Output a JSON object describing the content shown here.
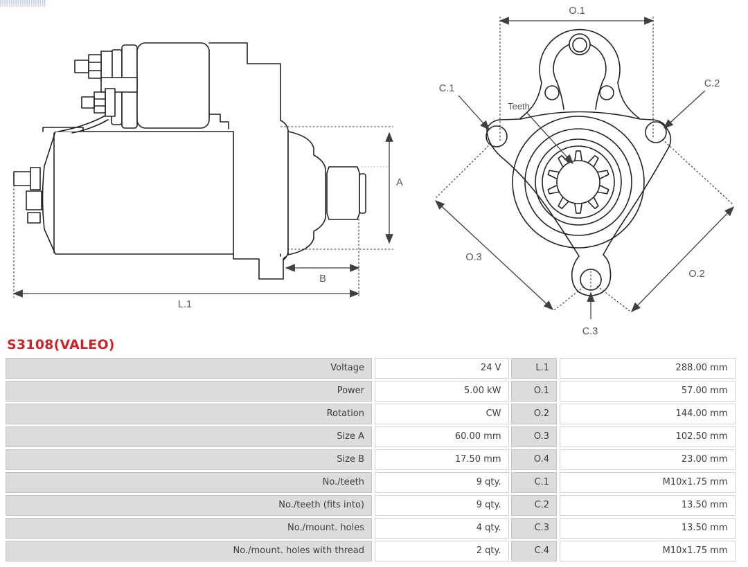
{
  "page": {
    "background": "#ffffff",
    "accent_red": "#c9252b",
    "table_row_bg": "#dcdcdc",
    "line_color": "#222222"
  },
  "corner_artifact": {
    "colors": [
      "#a0b4cc",
      "#f0e1be"
    ]
  },
  "part": {
    "number": "S3108(VALEO)"
  },
  "diagrams": {
    "side_view": {
      "labels": {
        "a": "A",
        "b": "B",
        "l1": "L.1"
      }
    },
    "front_view": {
      "labels": {
        "o1": "O.1",
        "o2": "O.2",
        "o3": "O.3",
        "c1": "C.1",
        "c2": "C.2",
        "c3": "C.3",
        "teeth": "Teeth"
      }
    }
  },
  "spec_table": {
    "rows": [
      {
        "label": "Voltage",
        "value": "24 V",
        "code": "L.1",
        "dim": "288.00 mm"
      },
      {
        "label": "Power",
        "value": "5.00 kW",
        "code": "O.1",
        "dim": "57.00 mm"
      },
      {
        "label": "Rotation",
        "value": "CW",
        "code": "O.2",
        "dim": "144.00 mm"
      },
      {
        "label": "Size A",
        "value": "60.00 mm",
        "code": "O.3",
        "dim": "102.50 mm"
      },
      {
        "label": "Size B",
        "value": "17.50 mm",
        "code": "O.4",
        "dim": "23.00 mm"
      },
      {
        "label": "No./teeth",
        "value": "9 qty.",
        "code": "C.1",
        "dim": "M10x1.75 mm"
      },
      {
        "label": "No./teeth (fits into)",
        "value": "9 qty.",
        "code": "C.2",
        "dim": "13.50 mm"
      },
      {
        "label": "No./mount. holes",
        "value": "4 qty.",
        "code": "C.3",
        "dim": "13.50 mm"
      },
      {
        "label": "No./mount. holes with thread",
        "value": "2 qty.",
        "code": "C.4",
        "dim": "M10x1.75 mm"
      }
    ]
  }
}
